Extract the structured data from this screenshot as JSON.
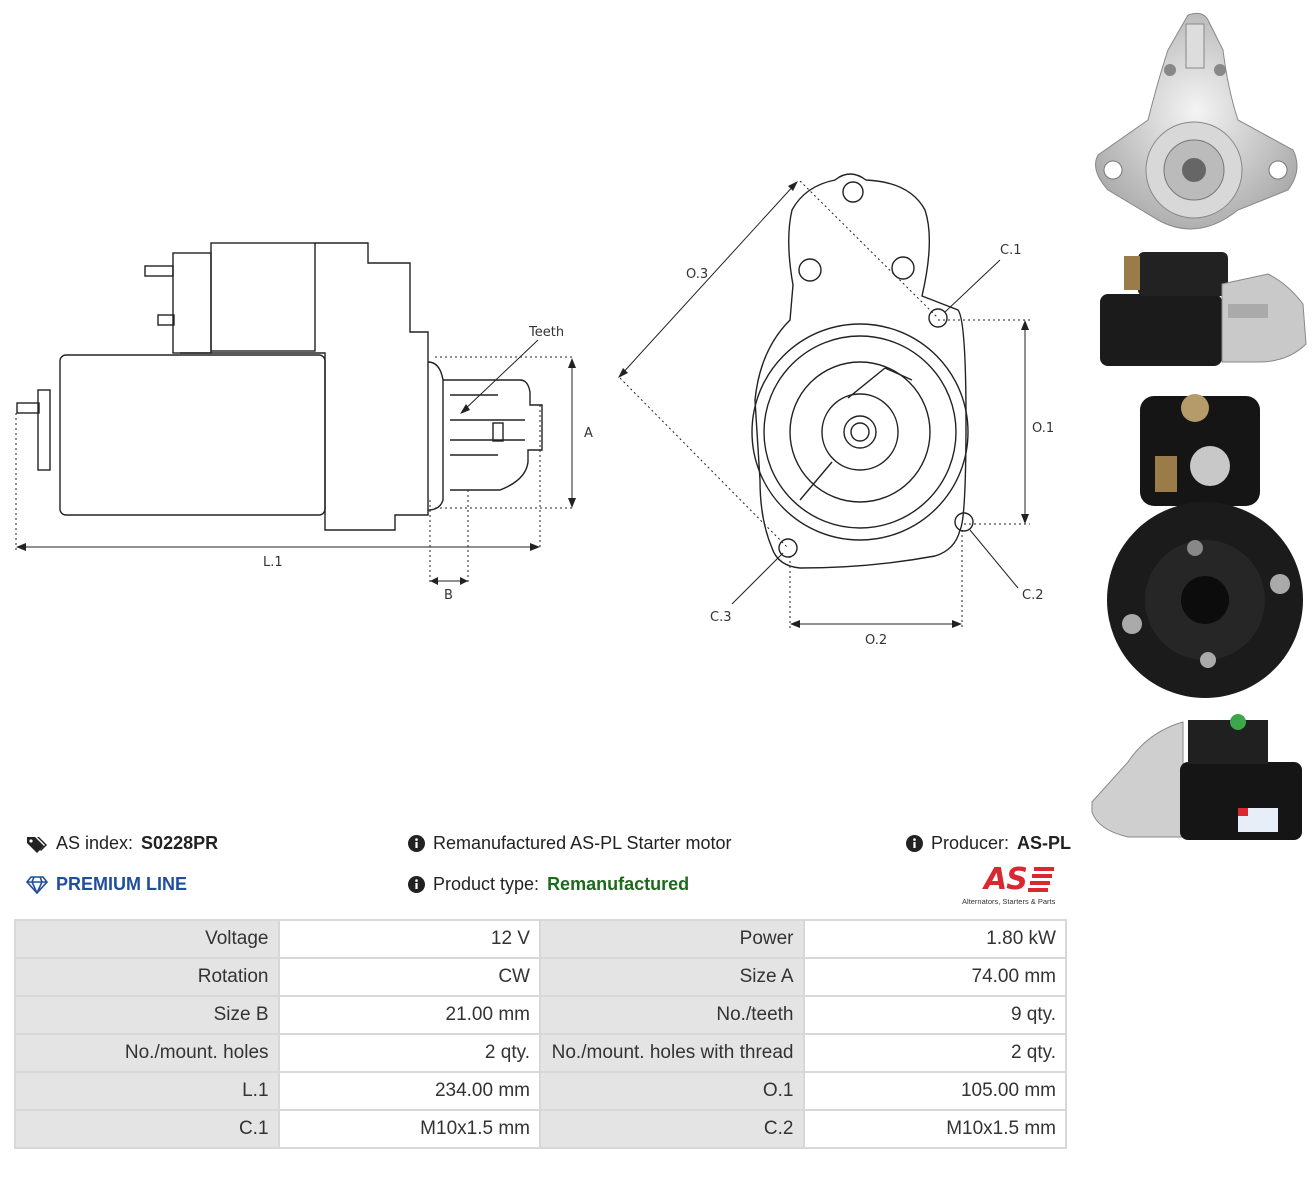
{
  "drawing": {
    "labels": {
      "teeth": "Teeth",
      "a": "A",
      "l1": "L.1",
      "b": "B",
      "o3": "O.3",
      "c1": "C.1",
      "o1": "O.1",
      "c2": "C.2",
      "c3": "C.3",
      "o2": "O.2"
    }
  },
  "info": {
    "as_index_label": "AS index:",
    "as_index_value": "S0228PR",
    "description": "Remanufactured AS-PL Starter motor",
    "producer_label": "Producer:",
    "producer_value": "AS-PL",
    "premium_line": "PREMIUM LINE",
    "product_type_label": "Product type:",
    "product_type_value": "Remanufactured",
    "logo_text": "AS",
    "logo_tagline": "Alternators, Starters & Parts"
  },
  "colors": {
    "logo_red": "#d9282f",
    "premium_blue": "#1f4e9c",
    "type_green": "#1c6a1c"
  },
  "specs": [
    [
      "Voltage",
      "12 V",
      "Power",
      "1.80 kW"
    ],
    [
      "Rotation",
      "CW",
      "Size A",
      "74.00 mm"
    ],
    [
      "Size B",
      "21.00 mm",
      "No./teeth",
      "9 qty."
    ],
    [
      "No./mount. holes",
      "2 qty.",
      "No./mount. holes with thread",
      "2 qty."
    ],
    [
      "L.1",
      "234.00 mm",
      "O.1",
      "105.00 mm"
    ],
    [
      "C.1",
      "M10x1.5 mm",
      "C.2",
      "M10x1.5 mm"
    ]
  ]
}
